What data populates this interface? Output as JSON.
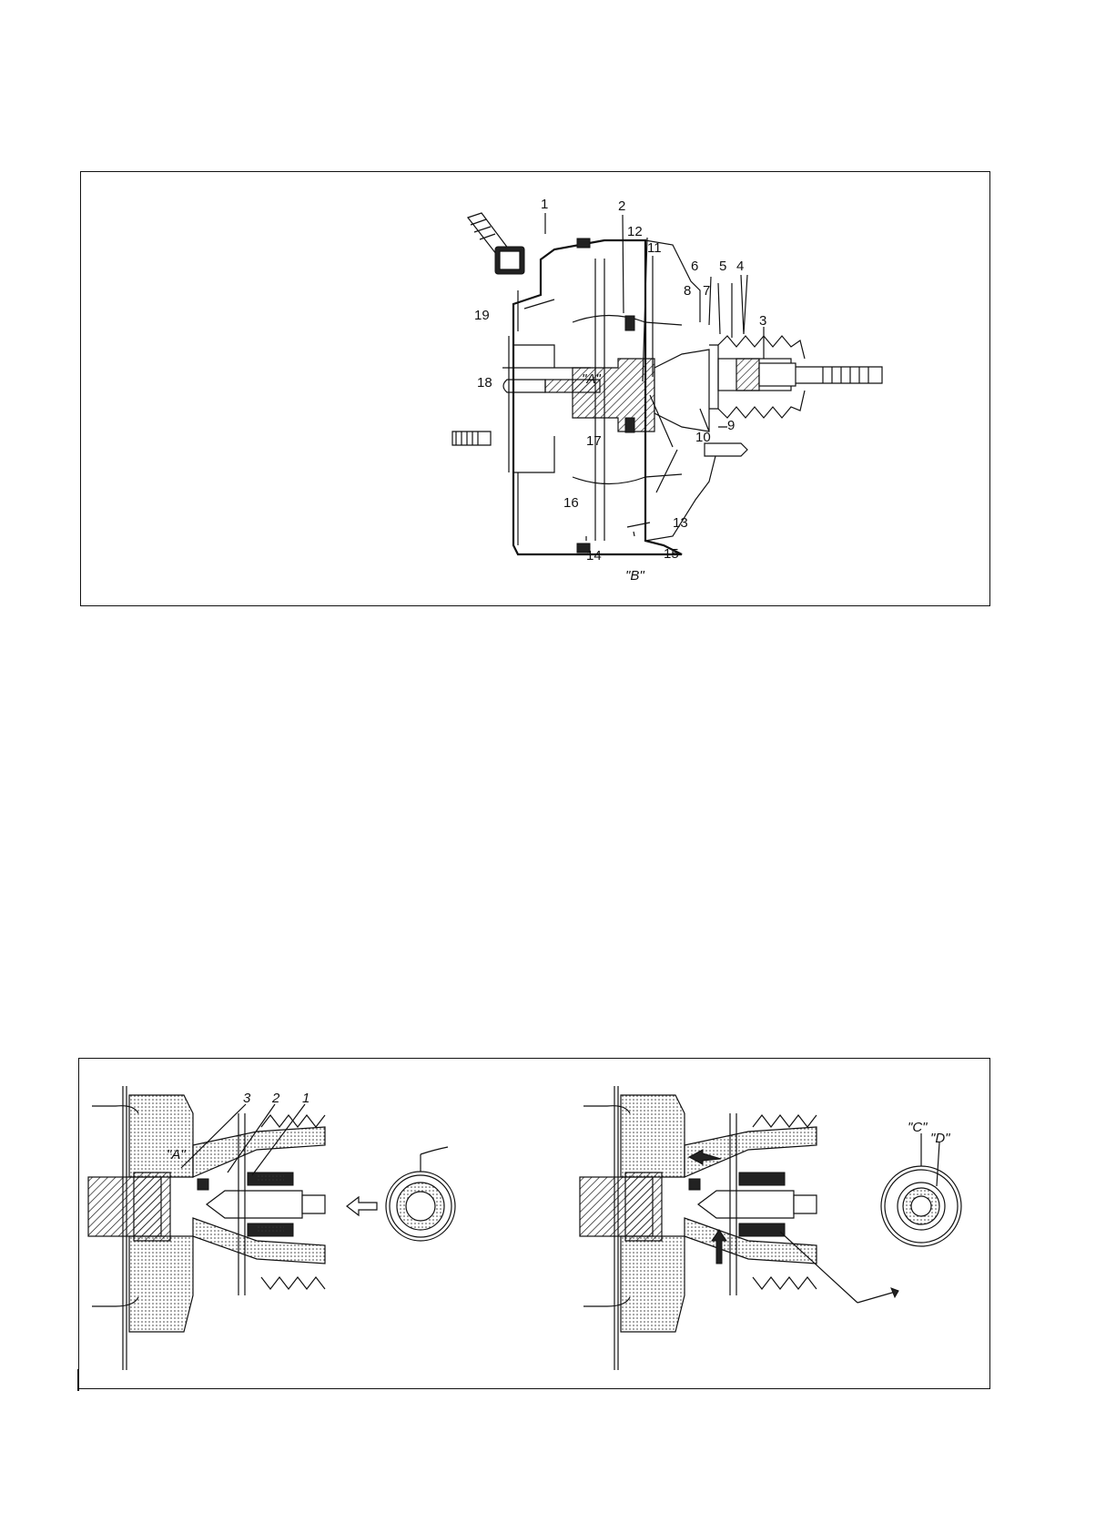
{
  "figure_top": {
    "callouts": [
      "1",
      "2",
      "3",
      "4",
      "5",
      "6",
      "7",
      "8",
      "9",
      "10",
      "11",
      "12",
      "13",
      "14",
      "15",
      "16",
      "17",
      "18",
      "19"
    ],
    "chambers": [
      "\"A\"",
      "\"B\""
    ]
  },
  "figure_bottom": {
    "left_view": {
      "callouts": [
        "1",
        "2",
        "3"
      ],
      "chamber": "\"A\""
    },
    "right_view": {
      "callouts": [
        "\"C\"",
        "\"D\""
      ]
    }
  }
}
